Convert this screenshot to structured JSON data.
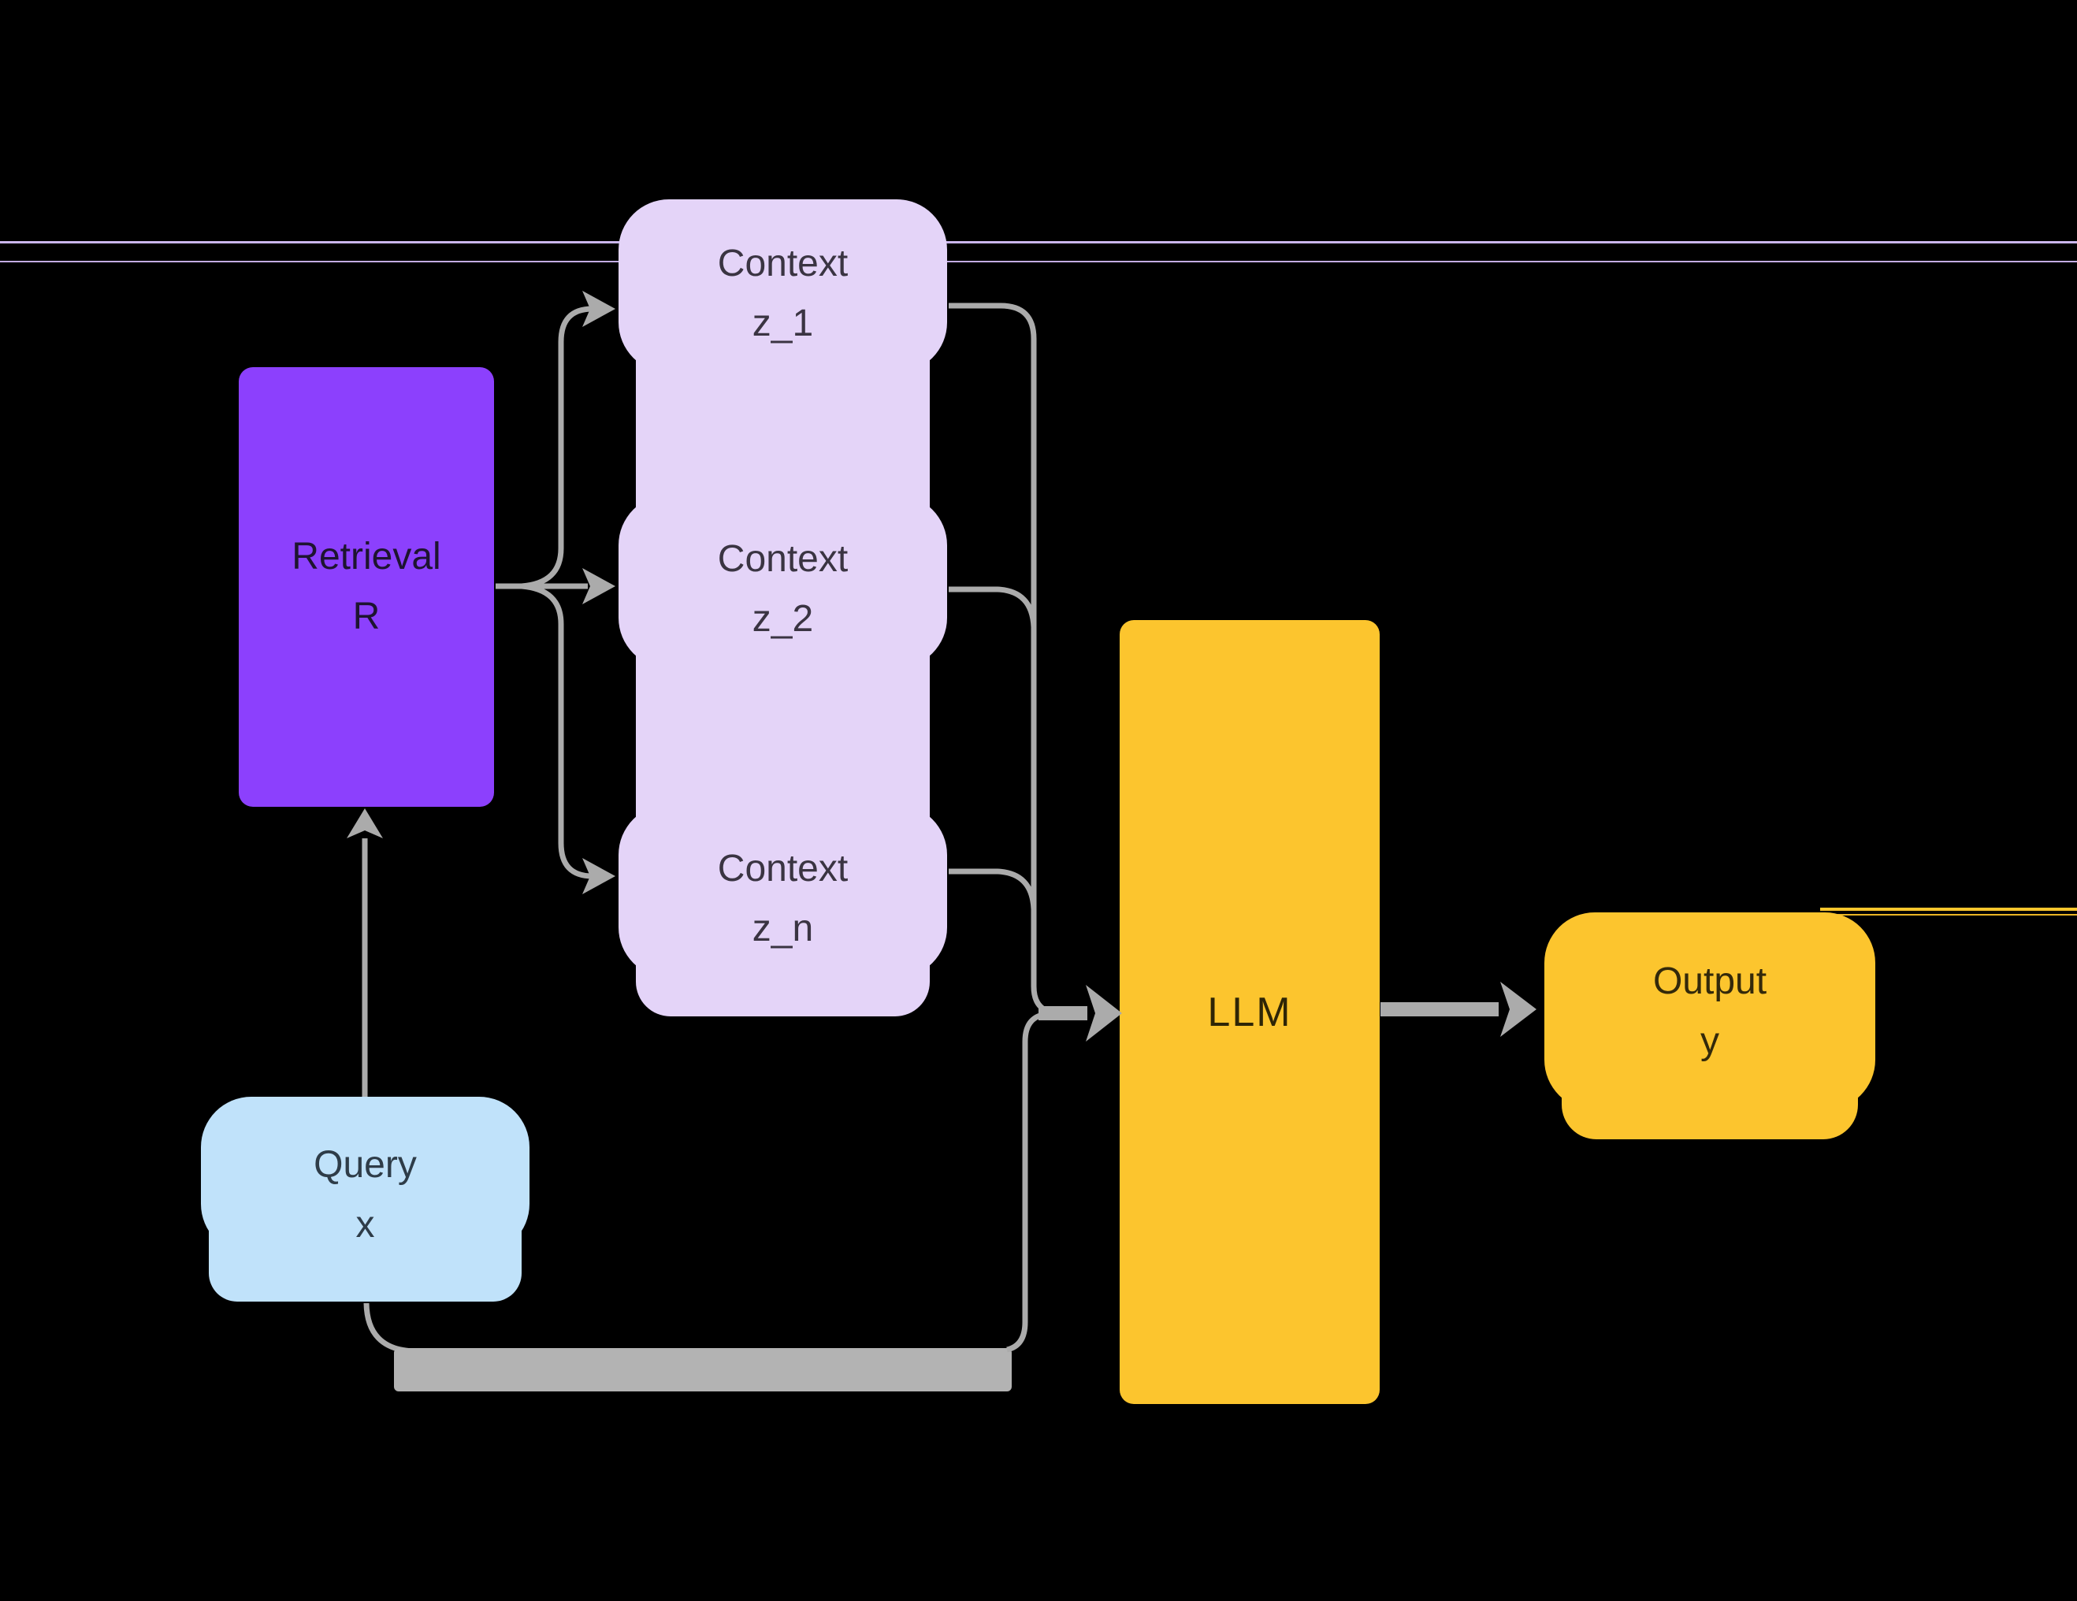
{
  "nodes": {
    "retrieval": {
      "line1": "Retrieval",
      "line2": "R"
    },
    "context_1": {
      "line1": "Context",
      "line2": "z_1"
    },
    "context_2": {
      "line1": "Context",
      "line2": "z_2"
    },
    "context_n": {
      "line1": "Context",
      "line2": "z_n"
    },
    "llm": {
      "label": "LLM"
    },
    "query": {
      "line1": "Query",
      "line2": "x"
    },
    "output": {
      "line1": "Output",
      "line2": "y"
    }
  },
  "colors": {
    "background": "#000000",
    "retrieval-fill": "#8c40fd",
    "context-fill": "#e4d4f8",
    "query-fill": "#c0e2fa",
    "llm-fill": "#fcc52e",
    "output-fill": "#fcc52e",
    "arrow": "#ababab",
    "bar": "#b3b3b3",
    "context-text": "#3a3442",
    "query-text": "#2e3c48",
    "retrieval-text": "#1e1430",
    "llm-text": "#2e2506",
    "output-text": "#33290a",
    "lavender-line": "#cbb6ec",
    "lavender-line2": "#c3ace3",
    "gold-line": "#fdc62d",
    "gold-line2": "#e9b424"
  }
}
